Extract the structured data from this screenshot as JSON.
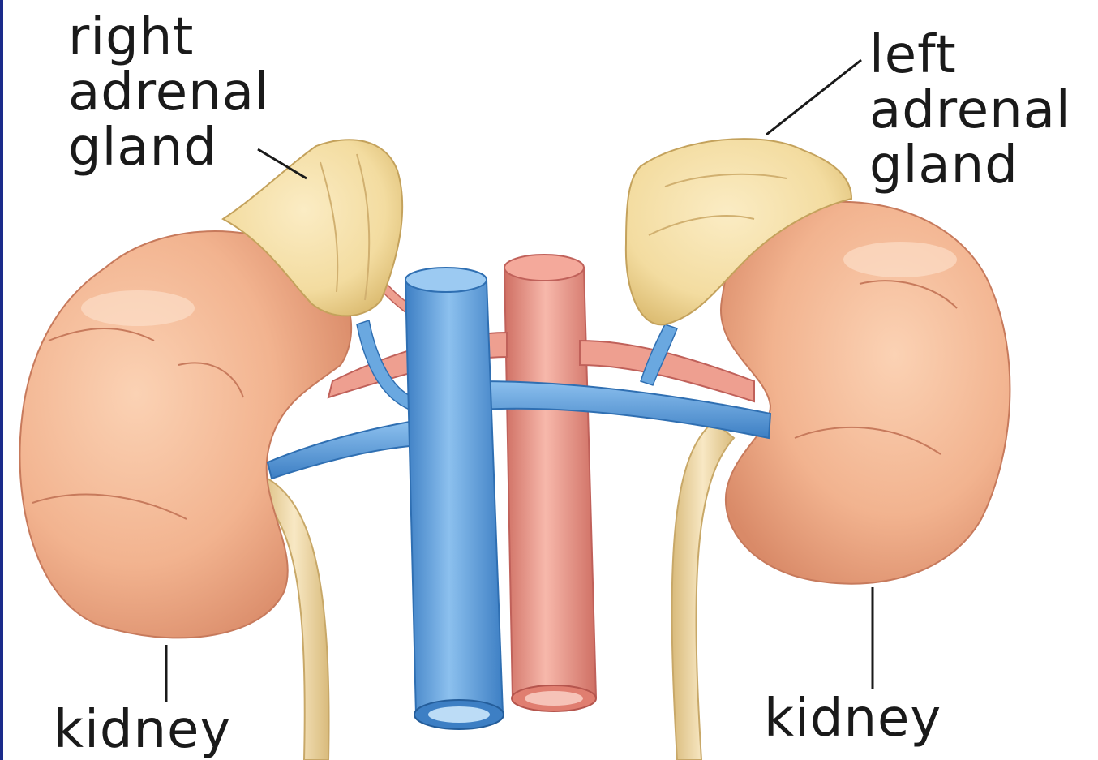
{
  "labels": {
    "right_adrenal": [
      "right",
      "adrenal",
      "gland"
    ],
    "left_adrenal": [
      "left",
      "adrenal",
      "gland"
    ],
    "right_kidney": "kidney",
    "left_kidney": "kidney"
  },
  "colors": {
    "kidney": "#f2b38f",
    "kidney_shadow": "#d98a68",
    "adrenal": "#f3dca0",
    "adrenal_shadow": "#d9b86c",
    "vein": "#6aa8e0",
    "vein_dark": "#3d7fc4",
    "artery": "#ef9d8f",
    "artery_dark": "#cf6f63",
    "ureter": "#efd7a4",
    "leader_line": "#1a1a1a",
    "frame": "#1a2a8a"
  }
}
